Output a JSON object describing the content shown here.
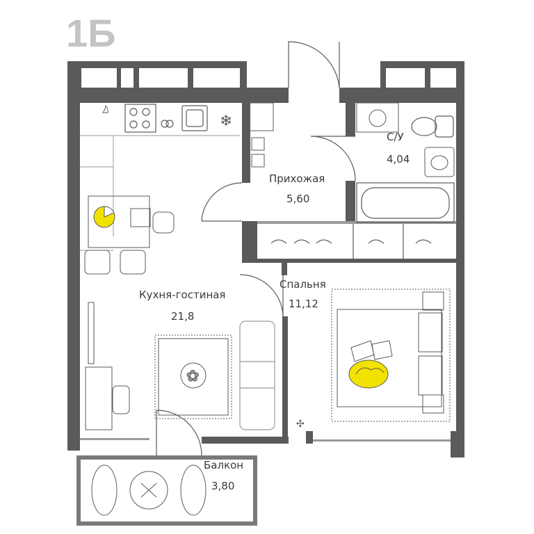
{
  "plan": {
    "title": "1Б",
    "colors": {
      "wall": "#5a5a5a",
      "fixture": "#9a9a9a",
      "accent": "#f2e200",
      "title": "#c4c4c4",
      "text": "#3a3a3a"
    },
    "rooms": [
      {
        "name": "Кухня-гостиная",
        "area": "21,8"
      },
      {
        "name": "Прихожая",
        "area": "5,60"
      },
      {
        "name": "С/У",
        "area": "4,04"
      },
      {
        "name": "Спальня",
        "area": "11,12"
      },
      {
        "name": "Балкон",
        "area": "3,80"
      }
    ],
    "icons": [
      "stove-icon",
      "sink-icon",
      "fridge-icon",
      "toilet-icon",
      "bathtub-icon",
      "washing-machine-icon",
      "bed-icon",
      "sofa-icon",
      "rug-icon",
      "dining-table-icon",
      "desk-icon",
      "hanger-icon",
      "cat-icon",
      "pie-chart-icon",
      "plant-icon"
    ]
  }
}
